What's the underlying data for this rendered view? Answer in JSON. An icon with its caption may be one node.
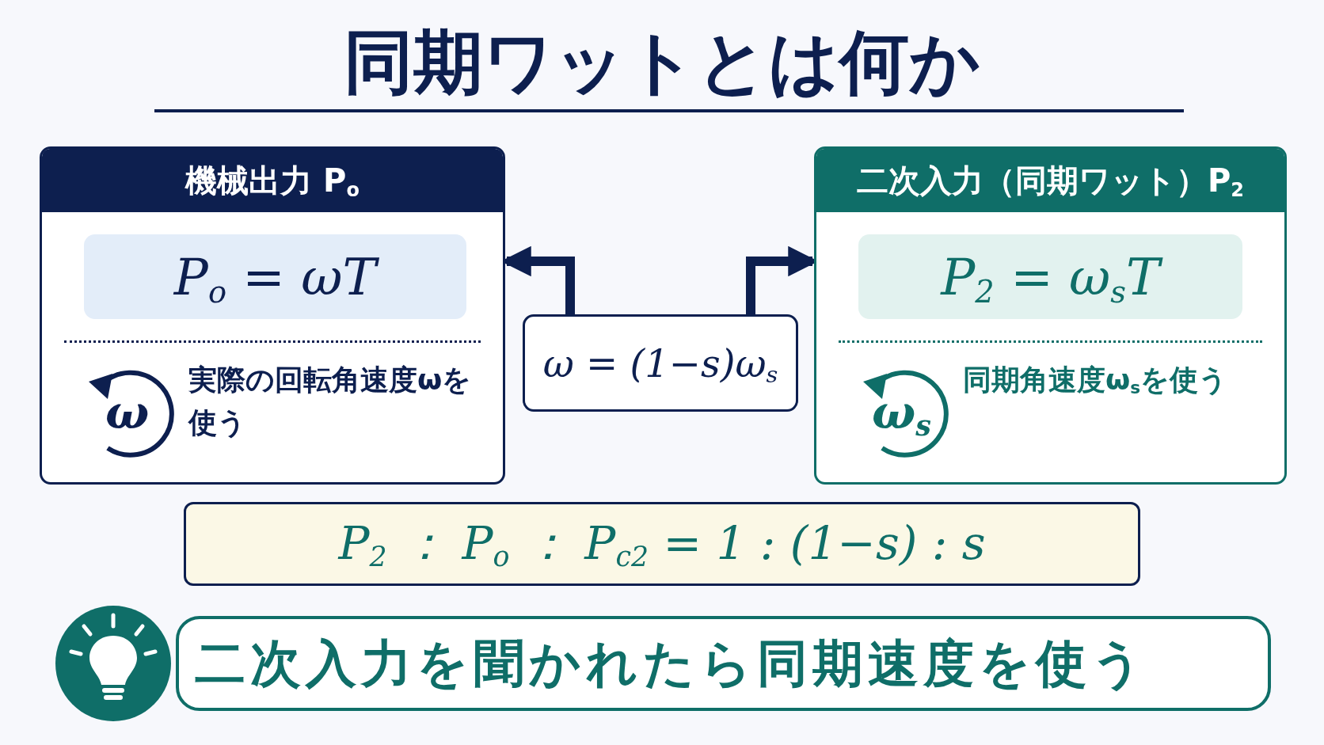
{
  "diagram": {
    "title": "同期ワットとは何か",
    "nodes": [
      {
        "text": [
          "機械出力 P$_{o}$",
          "実際の回転角速度ωを使う"
        ]
      },
      {
        "text": [
          "P$_{o}$ = ωT"
        ],
        "in": 0
      },
      {
        "text": [
          "ω"
        ],
        "in": 0
      },
      {
        "text": [
          "二次入力（同期ワット）P$_{2}$",
          "同期角速度ω$_{s}$を使う"
        ]
      },
      {
        "text": [
          "P$_{2}$ = ω$_{s}$T"
        ],
        "in": 3
      },
      {
        "text": [
          "ω$_{s}$"
        ],
        "in": 3
      },
      {
        "text": [
          "ω = (1−s)ω$_{s}$"
        ]
      },
      {
        "text": [
          "P$_{2}$ ： P$_{o}$ ： P$_{c2}$ = 1 : (1−s) : s"
        ]
      },
      {
        "text": [
          "二次入力を聞かれたら同期速度を使う"
        ]
      }
    ],
    "edges": [
      {
        "from": 6,
        "to": 0,
        "arrow": "to"
      },
      {
        "from": 6,
        "to": 3,
        "arrow": "to"
      }
    ]
  }
}
